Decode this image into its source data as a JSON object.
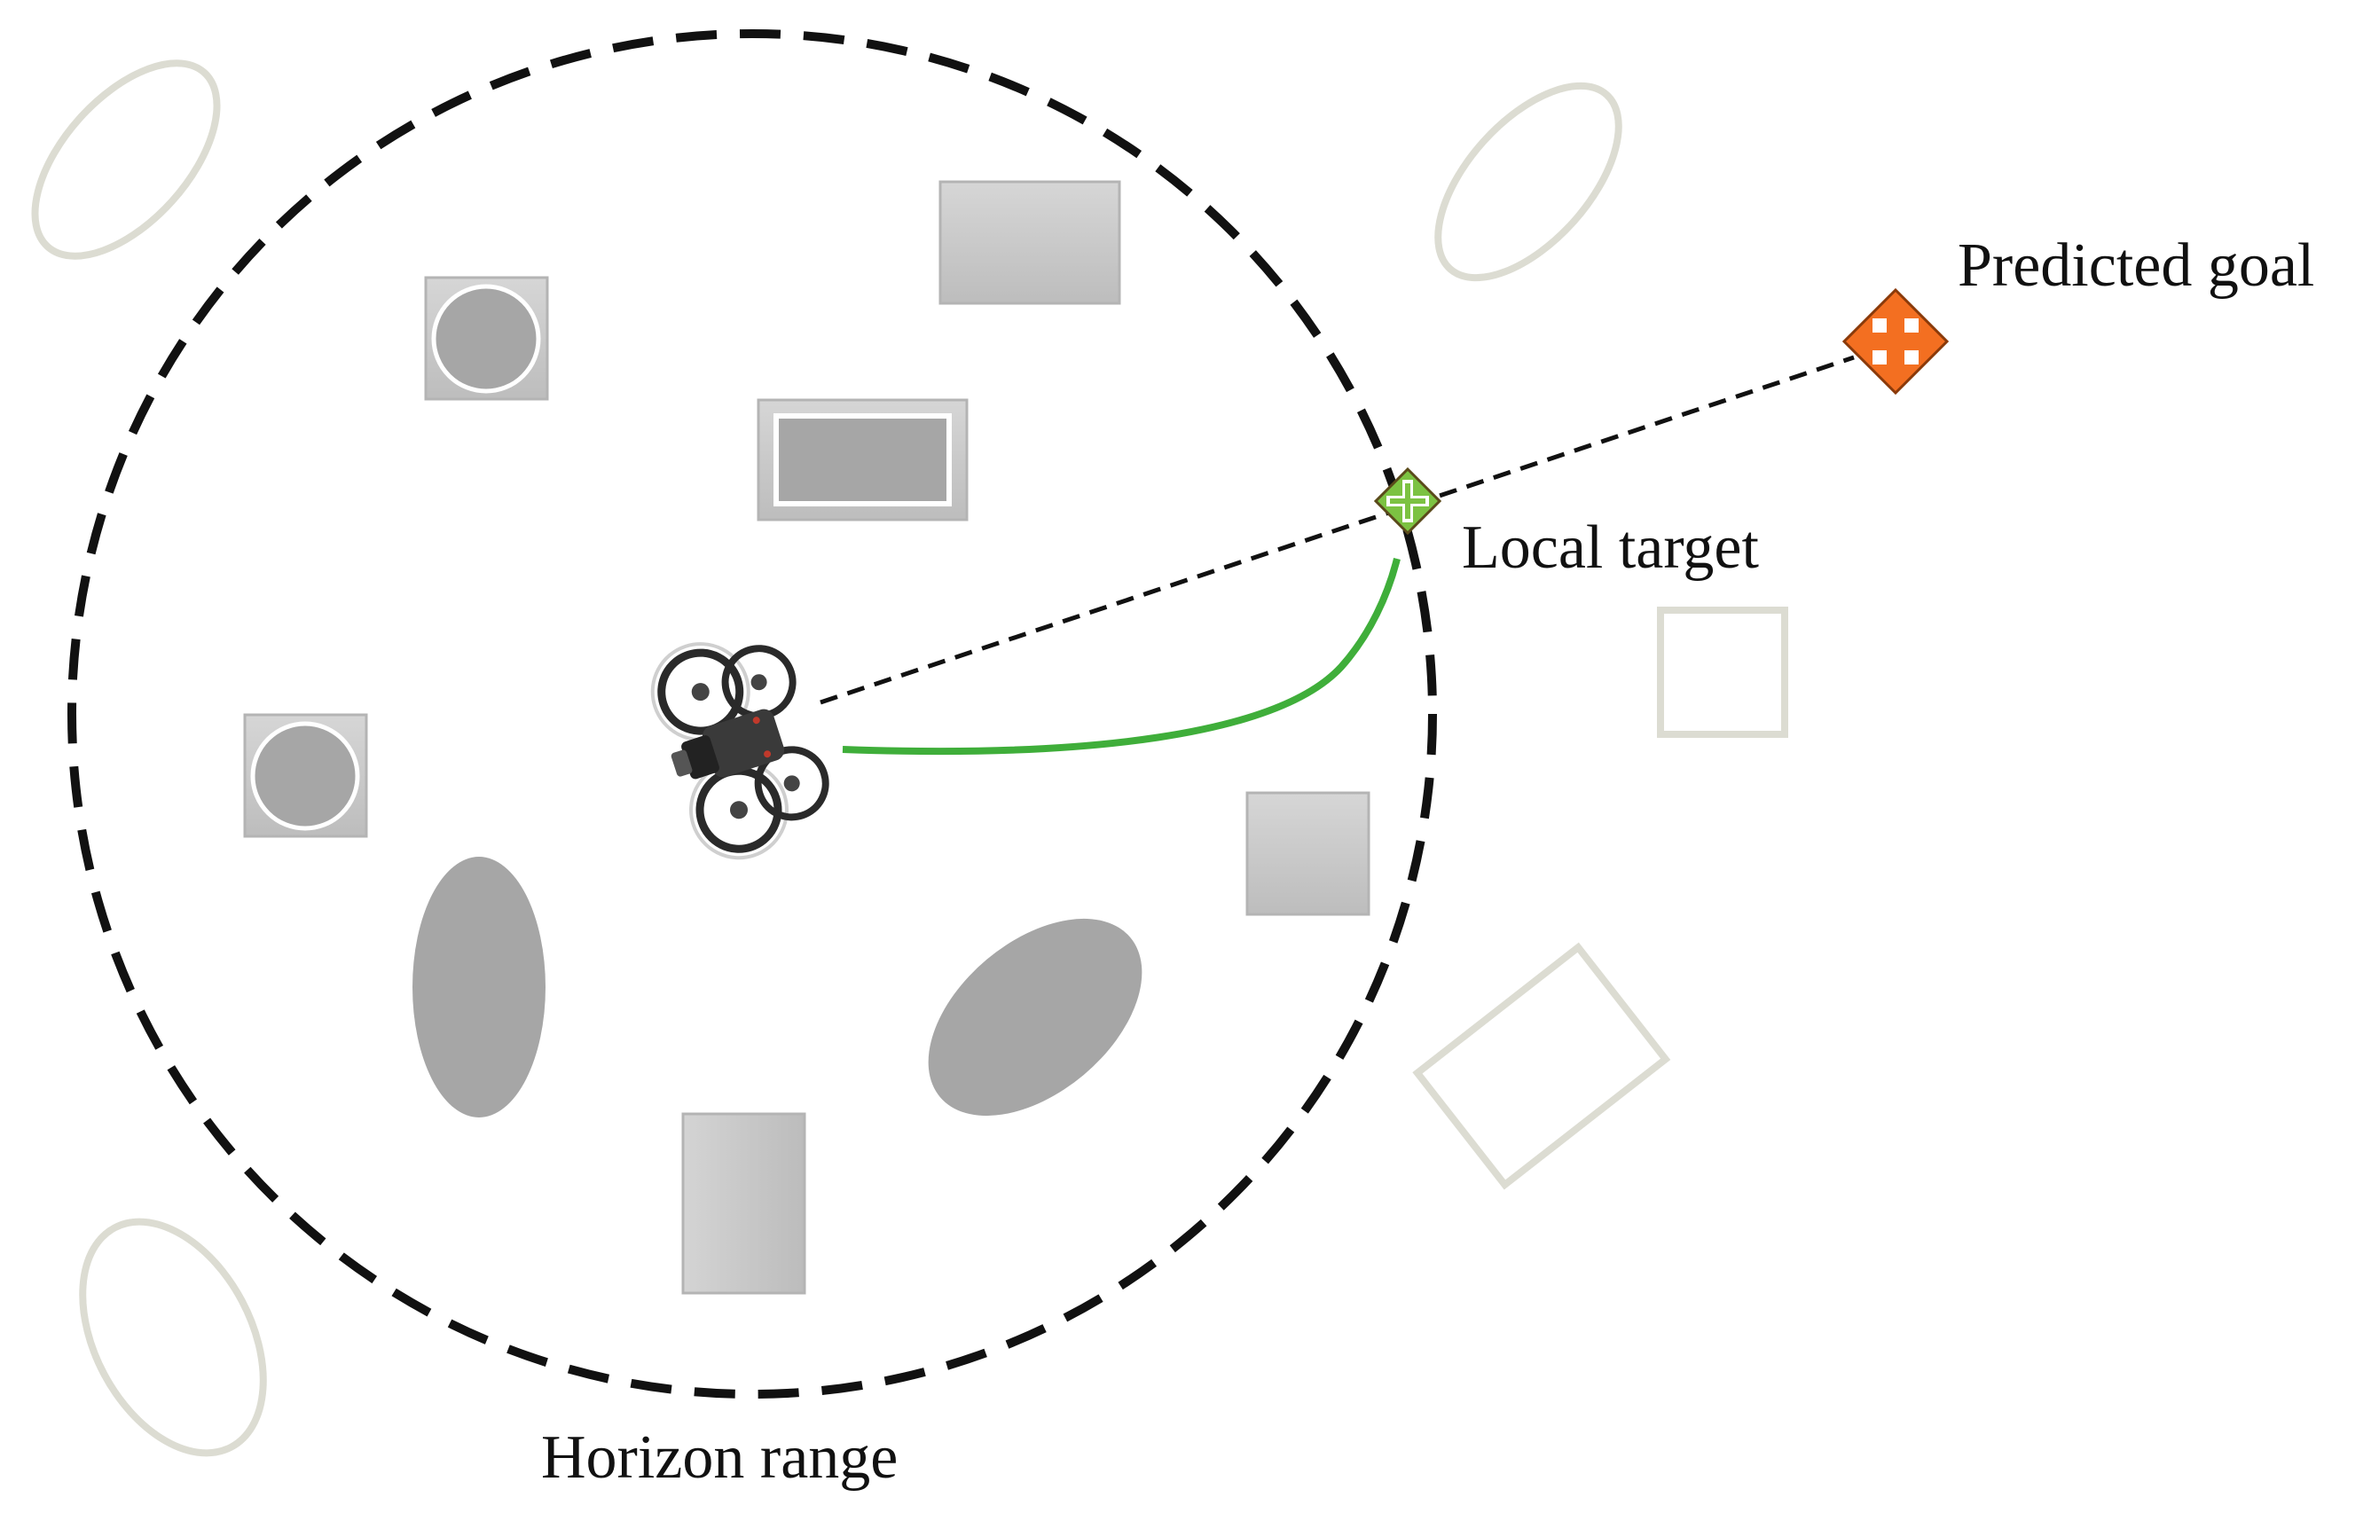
{
  "labels": {
    "predicted_goal": "Predicted goal",
    "local_target": "Local target",
    "horizon_range": "Horizon range"
  },
  "colors": {
    "horizon_circle": "#111111",
    "trajectory": "#3fae3a",
    "local_target_marker": "#7cc242",
    "predicted_goal_marker": "#f36f21",
    "obstacle_fill": "#a6a6a6",
    "obstacle_outline": "#dcdcd2"
  },
  "icons": {
    "drone": "drone-icon",
    "local_target": "crosshair-marker-icon",
    "predicted_goal": "crosshair-marker-icon"
  }
}
